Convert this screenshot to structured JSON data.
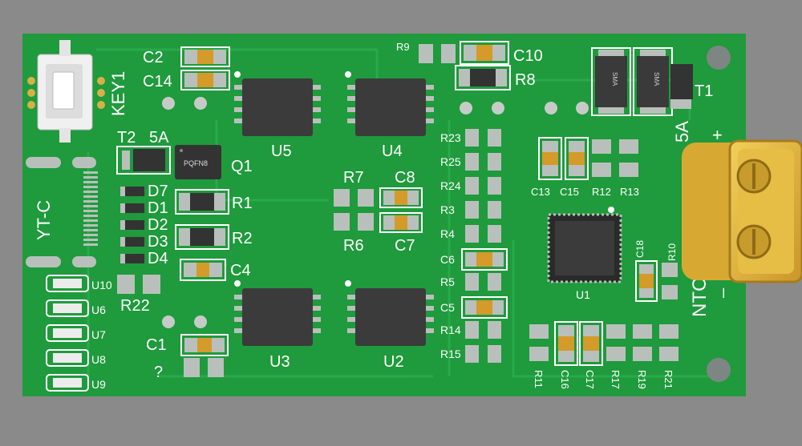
{
  "colors": {
    "background": "#8a8a8a",
    "board": "#1f9a3c",
    "board_light": "#27aa48",
    "silkscreen": "#ffffff",
    "pad": "#b9c0bc",
    "cap_body": "#d49a2a",
    "ic_body": "#3b3b3b",
    "connector": "#e0b43a"
  },
  "labels": {
    "key1": "KEY1",
    "c2": "C2",
    "c14": "C14",
    "t2": "T2",
    "t2_rating": "5A",
    "q1": "Q1",
    "q1_part": "PQFN8",
    "yt_c": "YT-C",
    "d7": "D7",
    "d1": "D1",
    "d2": "D2",
    "d3": "D3",
    "d4": "D4",
    "u10": "U10",
    "u6": "U6",
    "u7": "U7",
    "u8": "U8",
    "u9": "U9",
    "r22": "R22",
    "c1": "C1",
    "question": "?",
    "r1": "R1",
    "r2": "R2",
    "c4": "C4",
    "u5": "U5",
    "u4": "U4",
    "u3": "U3",
    "u2": "U2",
    "r7": "R7",
    "c8": "C8",
    "r6": "R6",
    "c7": "C7",
    "r9": "R9",
    "c10": "C10",
    "r8": "R8",
    "r23": "R23",
    "r25": "R25",
    "r24": "R24",
    "r3": "R3",
    "r4": "R4",
    "c6": "C6",
    "r5": "R5",
    "c5": "C5",
    "r14": "R14",
    "r15": "R15",
    "c13": "C13",
    "c15": "C15",
    "r12": "R12",
    "r13": "R13",
    "u1": "U1",
    "c18": "C18",
    "r10": "R10",
    "ntc": "NTC",
    "r11": "R11",
    "c16": "C16",
    "c17": "C17",
    "r17": "R17",
    "r19": "R19",
    "r21": "R21",
    "t1": "T1",
    "t1_rating": "5A",
    "sma": "SMA",
    "plus": "+",
    "minus": "–"
  }
}
